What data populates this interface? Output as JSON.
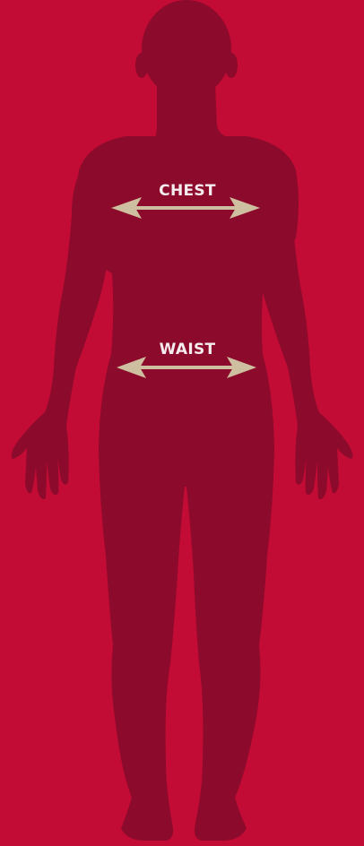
{
  "colors": {
    "background": "#c20b35",
    "silhouette": "#8c0a2b",
    "arrow": "#cfbfa1",
    "label": "#f4ecef"
  },
  "measurements": {
    "chest": {
      "label": "CHEST"
    },
    "waist": {
      "label": "WAIST"
    }
  },
  "icons": {
    "figure": "human-body-silhouette",
    "arrow": "double-headed-arrow"
  }
}
